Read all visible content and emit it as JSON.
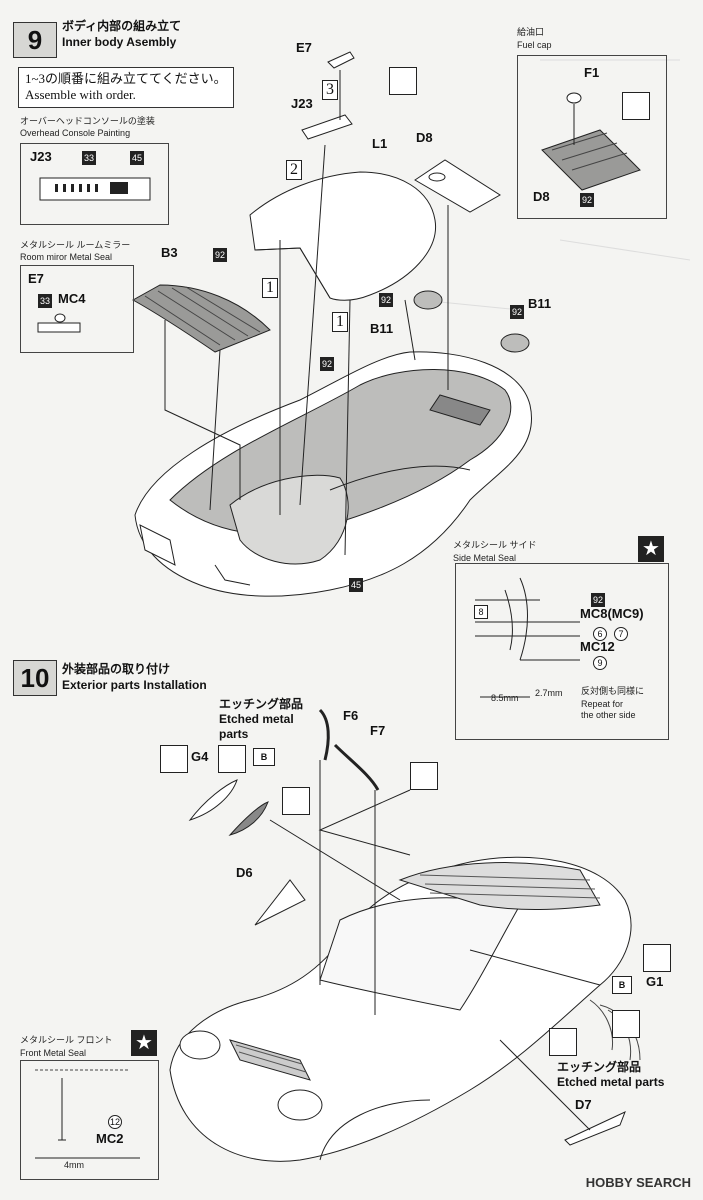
{
  "step9": {
    "number": "9",
    "title_jp": "ボディ内部の組み立て",
    "title_en": "Inner body Asembly",
    "order_note_jp": "1~3の順番に組み立ててください。",
    "order_note_en": "Assemble with order.",
    "console": {
      "title_jp": "オーバーヘッドコンソールの塗装",
      "title_en": "Overhead Console Painting",
      "part": "J23",
      "color_a": "33",
      "color_b": "45"
    },
    "mirror": {
      "title_jp": "メタルシール ルームミラー",
      "title_en": "Room miror Metal Seal",
      "part": "E7",
      "color": "33",
      "seal": "MC4"
    },
    "fuel": {
      "title_jp": "給油口",
      "title_en": "Fuel cap",
      "part_a": "F1",
      "part_b": "D8",
      "color": "92"
    },
    "parts": {
      "e7": "E7",
      "j23": "J23",
      "l1": "L1",
      "d8": "D8",
      "b3": "B3",
      "b11a": "B11",
      "b11b": "B11",
      "c92a": "92",
      "c92b": "92",
      "c92c": "92",
      "c92d": "92",
      "c45": "45"
    },
    "order": {
      "one_a": "1",
      "one_b": "1",
      "two": "2",
      "three": "3"
    },
    "side_seal": {
      "title_jp": "メタルシール サイド",
      "title_en": "Side Metal Seal",
      "part": "8",
      "color": "92",
      "seal_a": "MC8(MC9)",
      "num_a": "6",
      "num_b": "7",
      "seal_b": "MC12",
      "num_c": "9",
      "dim_a": "8.5mm",
      "dim_b": "2.7mm",
      "repeat_jp": "反対側も同様に",
      "repeat_en_1": "Repeat for",
      "repeat_en_2": "the other side"
    }
  },
  "step10": {
    "number": "10",
    "title_jp": "外装部品の取り付け",
    "title_en": "Exterior parts Installation",
    "etched_top": {
      "jp": "エッチング部品",
      "en_1": "Etched metal",
      "en_2": "parts"
    },
    "parts": {
      "f6": "F6",
      "f7": "F7",
      "g4": "G4",
      "b_a": "B",
      "d6": "D6",
      "b_b": "B",
      "g1": "G1",
      "d7": "D7"
    },
    "etched_bottom": {
      "jp": "エッチング部品",
      "en": "Etched metal parts"
    },
    "front_seal": {
      "title_jp": "メタルシール フロント",
      "title_en": "Front Metal Seal",
      "num": "12",
      "seal": "MC2",
      "dim": "4mm"
    }
  },
  "watermark": "HOBBY SEARCH",
  "icons": [
    "paint-brush-icon",
    "cement-icon",
    "star-icon",
    "diamond-icon",
    "checker-icon"
  ]
}
